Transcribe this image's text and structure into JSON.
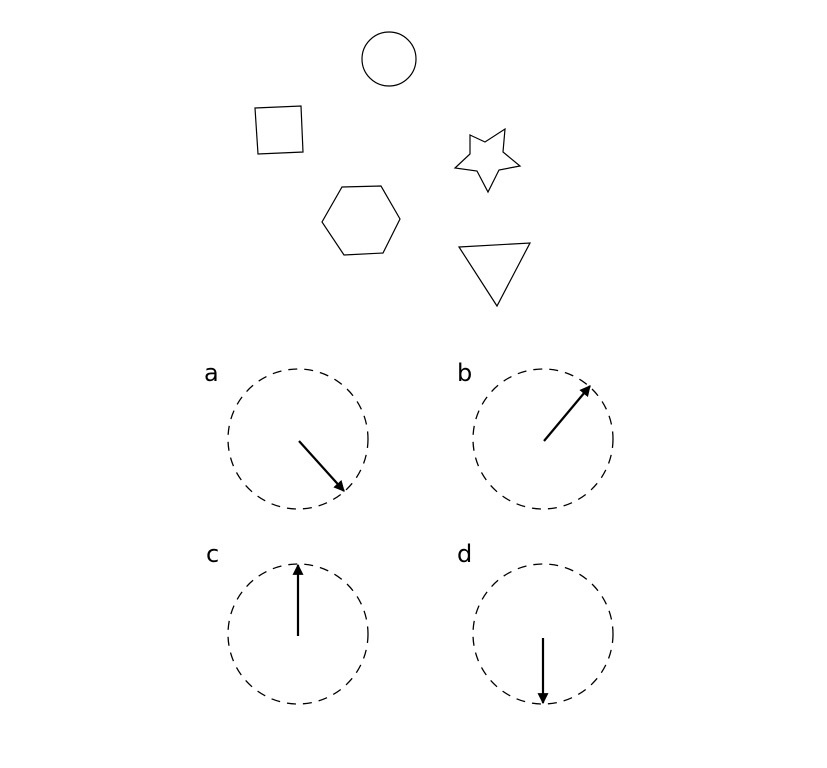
{
  "shapes": [
    {
      "kind": "circle",
      "icon": "circle-icon"
    },
    {
      "kind": "square",
      "icon": "square-icon"
    },
    {
      "kind": "star",
      "icon": "star-icon"
    },
    {
      "kind": "hexagon",
      "icon": "hexagon-icon"
    },
    {
      "kind": "triangle",
      "icon": "triangle-down-icon"
    }
  ],
  "options": [
    {
      "label": "a",
      "arrow_direction": "down-right"
    },
    {
      "label": "b",
      "arrow_direction": "up-right"
    },
    {
      "label": "c",
      "arrow_direction": "up"
    },
    {
      "label": "d",
      "arrow_direction": "down"
    }
  ],
  "colors": {
    "stroke": "#000000",
    "background": "#ffffff"
  }
}
